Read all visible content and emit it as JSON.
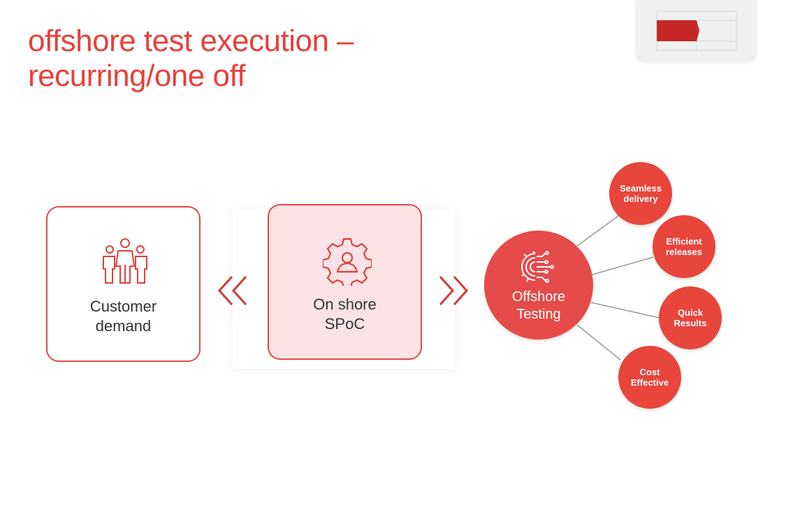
{
  "title_line1": "offshore test execution –",
  "title_line2": "recurring/one off",
  "customer": {
    "line1": "Customer",
    "line2": "demand"
  },
  "spoc": {
    "line1": "On shore",
    "line2": "SPoC"
  },
  "hub": {
    "line1": "Offshore",
    "line2": "Testing"
  },
  "benefits": [
    {
      "line1": "Seamless",
      "line2": "delivery"
    },
    {
      "line1": "Efficient",
      "line2": "releases"
    },
    {
      "line1": "Quick",
      "line2": "Results"
    },
    {
      "line1": "Cost",
      "line2": "Effective"
    }
  ],
  "colors": {
    "accent": "#e8453c",
    "box_fill": "#fbe3e5"
  }
}
